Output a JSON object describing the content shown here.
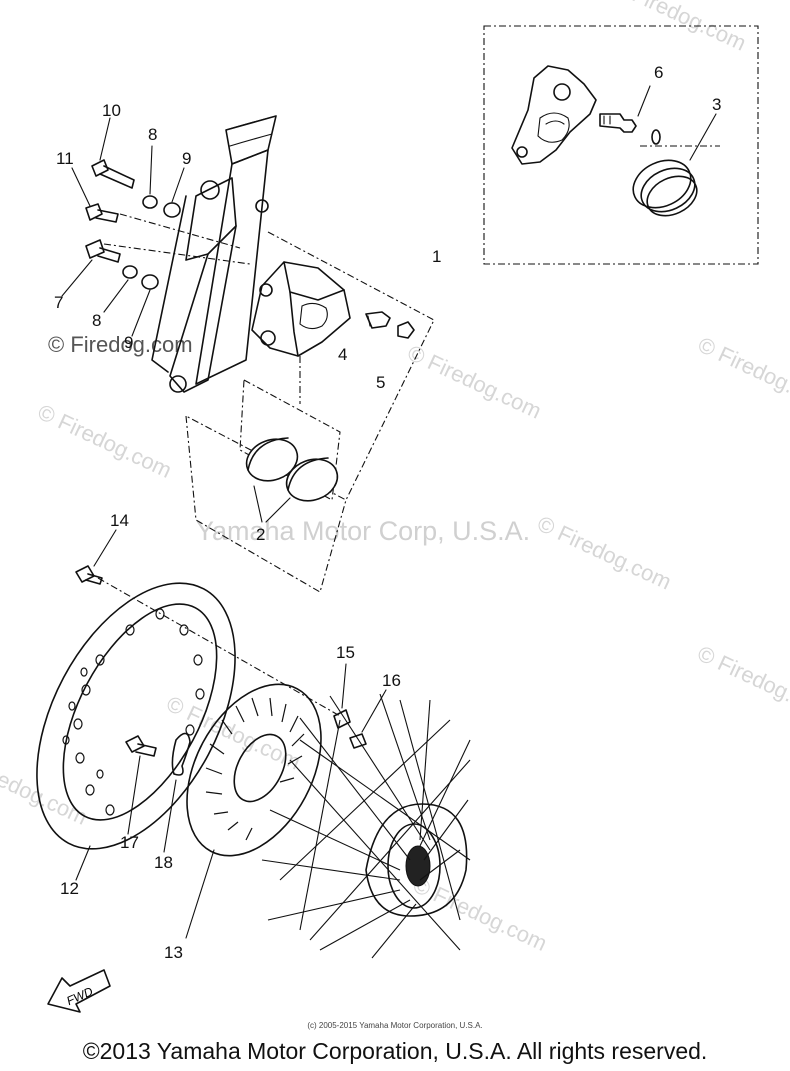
{
  "watermarks": {
    "site": "© Firedog.com",
    "corp": "Yamaha Motor Corp, U.S.A."
  },
  "callouts": {
    "c1": "1",
    "c2": "2",
    "c3": "3",
    "c4": "4",
    "c5": "5",
    "c6": "6",
    "c7": "7",
    "c8a": "8",
    "c8b": "8",
    "c9a": "9",
    "c9b": "9",
    "c10": "10",
    "c11": "11",
    "c12": "12",
    "c13": "13",
    "c14": "14",
    "c15": "15",
    "c16": "16",
    "c17": "17",
    "c18": "18"
  },
  "direction_label": "FWD",
  "copyright_small": "(c) 2005-2015 Yamaha Motor Corporation, U.S.A.",
  "copyright_main": "©2013 Yamaha Motor Corporation, U.S.A. All rights reserved."
}
